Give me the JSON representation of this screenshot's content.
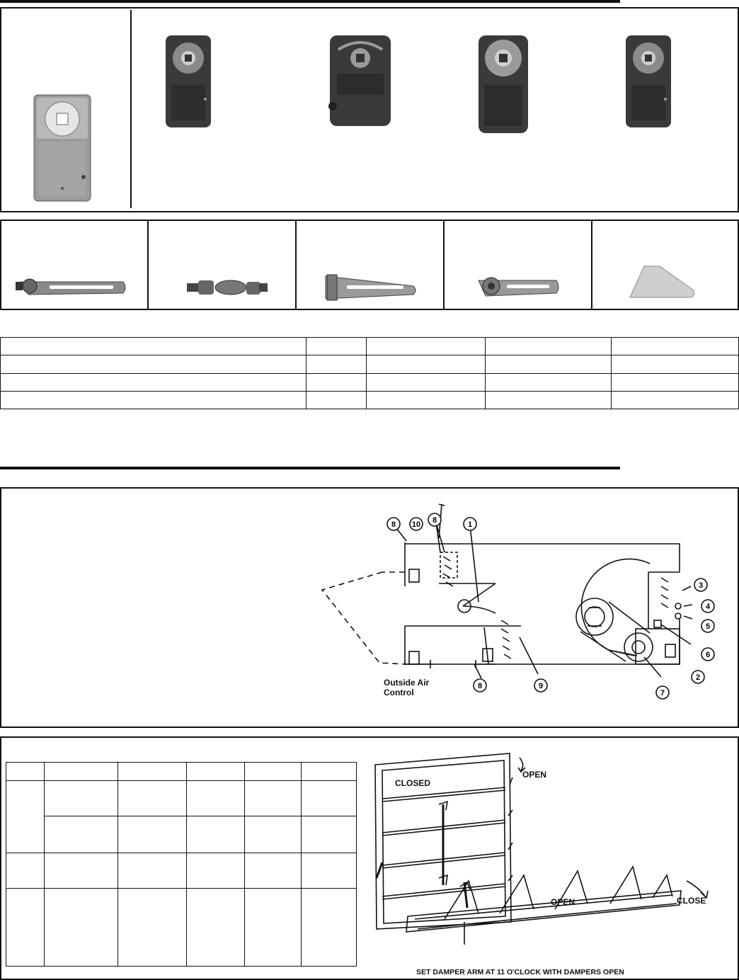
{
  "diagram_labels": {
    "outside_air_control": [
      "Outside Air",
      "Control"
    ],
    "callouts": [
      "1",
      "2",
      "3",
      "4",
      "5",
      "6",
      "7",
      "8",
      "8",
      "8",
      "9",
      "10"
    ]
  },
  "damper_labels": {
    "open_top": "OPEN",
    "closed": "CLOSED",
    "close": "CLOSE",
    "open_bottom": "OPEN",
    "instruction": "SET DAMPER ARM AT 11 O'CLOCK WITH DAMPERS OPEN"
  },
  "colors": {
    "ink": "#111111",
    "actuator": "#3a3a3a",
    "paper": "#ffffff"
  }
}
